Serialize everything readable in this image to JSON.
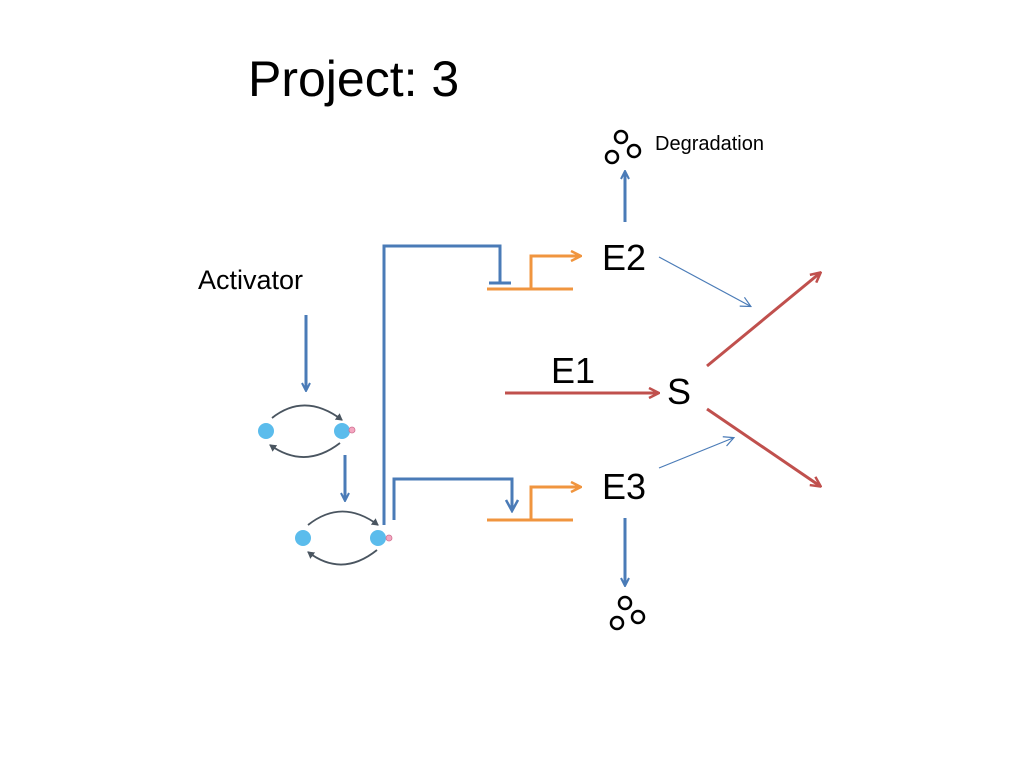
{
  "slide": {
    "title": "Project: 3"
  },
  "labels": {
    "degradation": "Degradation",
    "activator": "Activator",
    "e2": "E2",
    "e1": "E1",
    "s": "S",
    "e3": "E3"
  },
  "colors": {
    "regulation_blue": "#4a7bb7",
    "promoter_orange": "#f0953f",
    "reaction_red": "#c0504d",
    "thin_arrow_blue": "#4a7bb7",
    "species_circle": "#5bbcec",
    "phospho_pink": "#f4a6c0",
    "cycle_arrow": "#4a5560"
  }
}
